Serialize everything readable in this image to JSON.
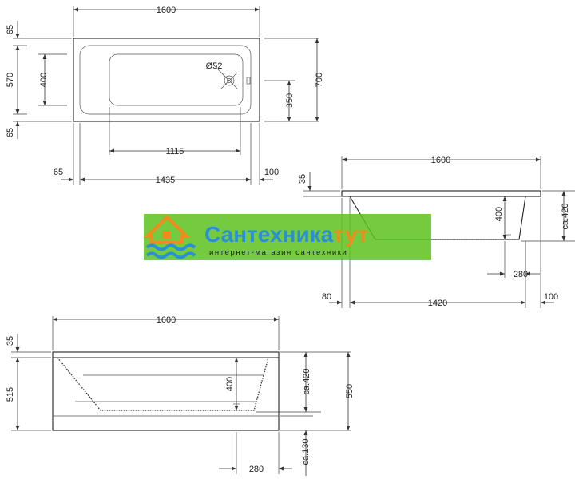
{
  "top_view": {
    "width": "1600",
    "rim_top": "65",
    "inner_width_vertical": "570",
    "rim_bottom": "65",
    "inner_depth": "400",
    "drain": "Ø52",
    "drain_offset": "350",
    "overall_depth": "700",
    "inner_length": "1115",
    "left_offset": "65",
    "outer_inner_length": "1435",
    "right_offset": "100"
  },
  "side_view": {
    "width": "1600",
    "rim": "35",
    "depth": "400",
    "height": "ca.420",
    "foot_offset": "280",
    "left_offset": "80",
    "base_length": "1420",
    "right_offset": "100"
  },
  "front_view": {
    "width": "1600",
    "rim": "35",
    "panel_height": "515",
    "depth": "400",
    "height": "ca.420",
    "overall_height": "550",
    "foot_height": "ca.130",
    "foot_offset": "280"
  },
  "watermark": {
    "title_main": "Сантехника",
    "title_accent": "тут",
    "subtitle": "интернет-магазин сантехники",
    "green": "#5cc21f",
    "blue": "#2b8fd6",
    "orange": "#f28a1c"
  }
}
